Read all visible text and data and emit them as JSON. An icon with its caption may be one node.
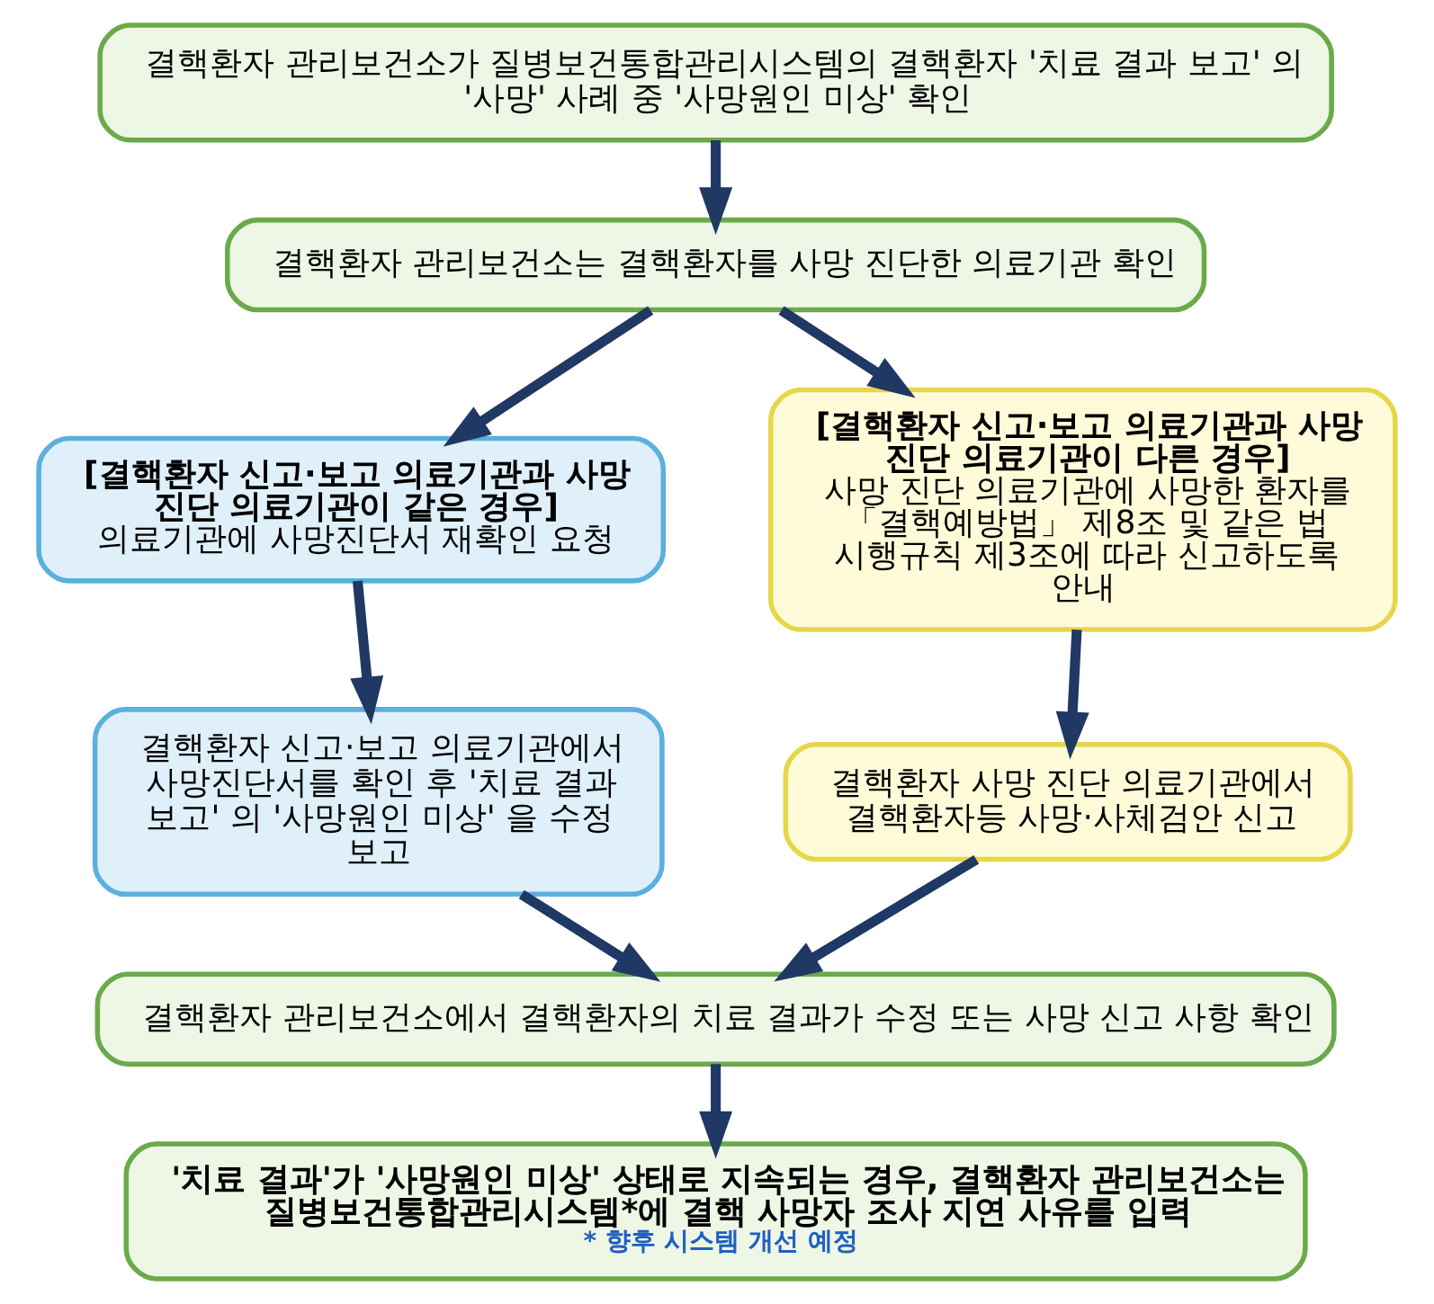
{
  "diagram": {
    "nodes": [
      {
        "text": [
          "결핵환자 관리보건소가 질병보건통합관리시스템의 결핵환자 '치료 결과 보고' 의 '사망' 사례 중 '사망원인 미상' 확인"
        ]
      },
      {
        "text": [
          "결핵환자 관리보건소는 결핵환자를 사망 진단한 의료기관 확인"
        ]
      },
      {
        "text": [
          "[결핵환자 신고·보고 의료기관과 사망 진단 의료기관이 같은 경우]",
          "의료기관에 사망진단서 재확인 요청"
        ]
      },
      {
        "text": [
          "[결핵환자 신고·보고 의료기관과 사망 진단 의료기관이 다른 경우]",
          "사망 진단 의료기관에 사망한 환자를 「결핵예방법」 제8조 및 같은 법 시행규칙 제3조에 따라 신고하도록 안내"
        ]
      },
      {
        "text": [
          "결핵환자 신고·보고 의료기관에서 사망진단서를 확인 후 '치료 결과 보고' 의 '사망원인 미상' 을 수정 보고"
        ]
      },
      {
        "text": [
          "결핵환자 사망 진단 의료기관에서 결핵환자등 사망·사체검안 신고"
        ]
      },
      {
        "text": [
          "결핵환자 관리보건소에서 결핵환자의 치료 결과가 수정 또는 사망 신고 사항 확인"
        ]
      },
      {
        "text": [
          "'치료 결과'가 '사망원인 미상' 상태로 지속되는 경우, 결핵환자 관리보건소는 질병보건통합관리시스템*에 결핵 사망자 조사 지연 사유를 입력",
          "* 향후 시스템 개선 예정"
        ]
      }
    ],
    "edges": [
      {
        "from": 0,
        "to": 1,
        "arrow": "to"
      },
      {
        "from": 1,
        "to": 2,
        "arrow": "to"
      },
      {
        "from": 1,
        "to": 3,
        "arrow": "to"
      },
      {
        "from": 2,
        "to": 4,
        "arrow": "to"
      },
      {
        "from": 3,
        "to": 5,
        "arrow": "to"
      },
      {
        "from": 4,
        "to": 6,
        "arrow": "to"
      },
      {
        "from": 5,
        "to": 6,
        "arrow": "to"
      },
      {
        "from": 6,
        "to": 7,
        "arrow": "to"
      }
    ]
  }
}
